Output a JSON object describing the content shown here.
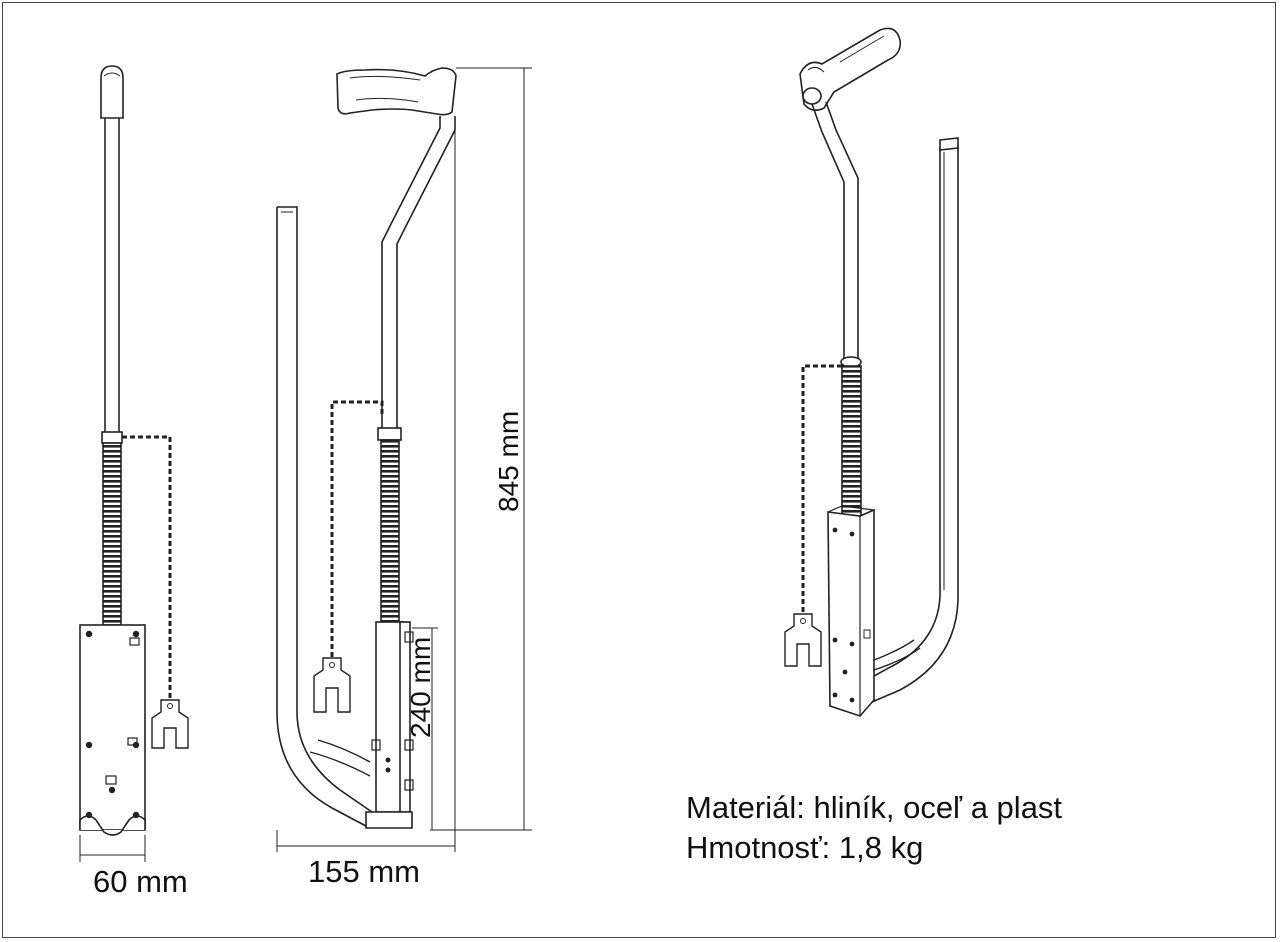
{
  "dimensions": {
    "width_label": "60 mm",
    "depth_label": "155 mm",
    "height_label": "845 mm",
    "base_label": "240 mm"
  },
  "specs": {
    "material": "Materiál: hliník, oceľ a plast",
    "weight": "Hmotnosť: 1,8 kg"
  }
}
